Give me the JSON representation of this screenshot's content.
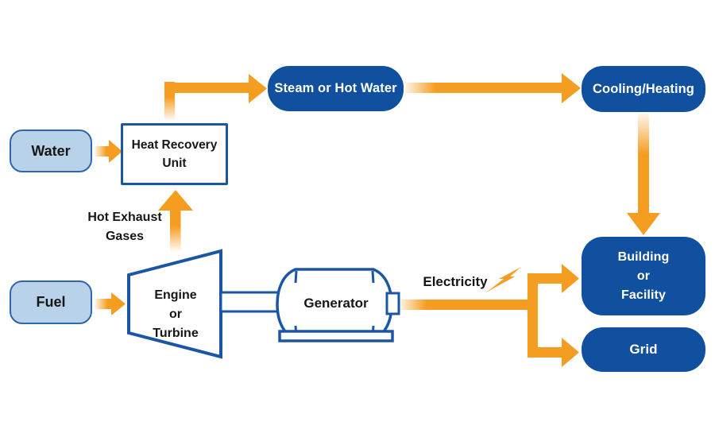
{
  "nodes": {
    "water": {
      "label": "Water"
    },
    "fuel": {
      "label": "Fuel"
    },
    "heat_recovery_unit": {
      "lines": [
        "Heat Recovery",
        "Unit"
      ]
    },
    "steam_or_hot_water": {
      "label": "Steam or Hot Water"
    },
    "cooling_heating": {
      "label": "Cooling/Heating"
    },
    "building_or_facility": {
      "lines": [
        "Building",
        "or",
        "Facility"
      ]
    },
    "grid": {
      "label": "Grid"
    },
    "engine_or_turbine": {
      "lines": [
        "Engine",
        "or",
        "Turbine"
      ]
    },
    "generator": {
      "label": "Generator"
    }
  },
  "labels": {
    "hot_exhaust_gases": {
      "lines": [
        "Hot Exhaust",
        "Gases"
      ]
    },
    "electricity": "Electricity"
  },
  "icons": [
    "lightning-bolt-icon"
  ],
  "colors": {
    "dark_blue_fill": "#10509e",
    "outline_blue": "#1a55a6",
    "light_blue_fill": "#b8d3e9",
    "light_blue_border": "#2d66ad",
    "arrow_orange": "#f59d20",
    "text_dark": "#161616",
    "text_white": "#ffffff",
    "background": "#ffffff"
  }
}
